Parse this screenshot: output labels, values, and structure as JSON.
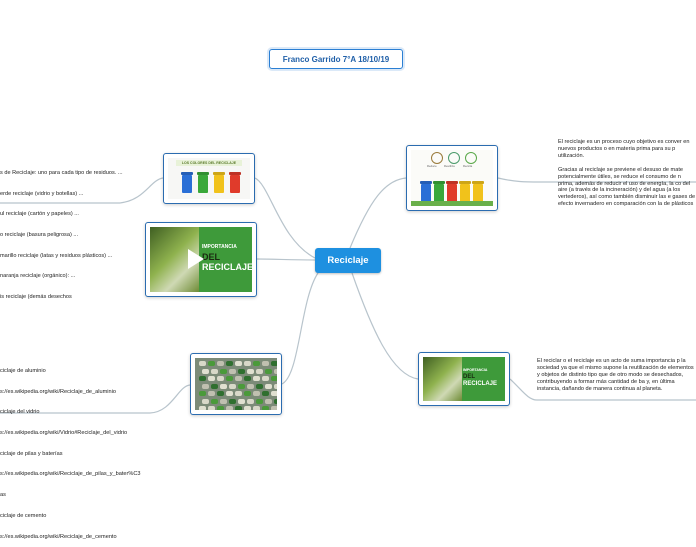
{
  "title_node": {
    "text": "Franco Garrido 7°A 18/10/19"
  },
  "central": {
    "text": "Reciclaje"
  },
  "colors": {
    "accent": "#1e90e0",
    "border": "#2b6cb0",
    "link": "#b8c4cc",
    "bins": [
      "#2a6fd6",
      "#3aa83a",
      "#f1c21b",
      "#e03b2b",
      "#8a8a8a"
    ]
  },
  "nodes": {
    "colores_image": {
      "banner": "LOS COLORES DEL RECICLAJE"
    },
    "importancia_image": {
      "line1": "IMPORTANCIA",
      "line2": "DEL",
      "line3": "RECICLAJE"
    },
    "importancia_image_small": {
      "line1": "IMPORTANCIA",
      "line2": "DEL",
      "line3": "RECICLAJE"
    },
    "bins_icons": {
      "labels": [
        "Reduce",
        "Reutiliza",
        "Recicla"
      ]
    }
  },
  "left_top_text": [
    "s de Reciclaje: uno para cada tipo de residuos. ...",
    "erde reciclaje (vidrio y botellas) ...",
    "ul reciclaje (cartón y papeles) ...",
    "o reciclaje (basura peligrosa) ...",
    "marillo reciclaje (latas y residuos plásticos) ...",
    "naranja reciclaje (orgánico): ...",
    "is reciclaje (demás desechos"
  ],
  "left_bottom_text": [
    "ciclaje de aluminio",
    "s://es.wikipedia.org/wiki/Reciclaje_de_aluminio",
    "ciclaje del vidrio",
    "s://es.wikipedia.org/wiki/Vidrio#Reciclaje_del_vidrio",
    "ciclaje de pilas y baterías",
    "s://es.wikipedia.org/wiki/Reciclaje_de_pilas_y_bater%C3",
    "as",
    "ciclaje de cemento",
    "s://es.wikipedia.org/wiki/Reciclaje_de_cemento"
  ],
  "right_top_text": {
    "para1": "El reciclaje es un proceso cuyo objetivo es conver en nuevos productos o en materia prima para su p utilización.",
    "para2": "Gracias al reciclaje se previene el desuso de mate potencialmente útiles, se reduce el consumo de n prima, además de reducir el uso de energía, la co del aire (a través de la incineración) y del agua (a los vertederos), así como también disminuir las e gases de efecto invernadero en comparación con la de plásticos"
  },
  "right_bottom_text": {
    "para": "El reciclar o el reciclaje es un acto de suma importancia p la sociedad ya que el mismo supone la reutilización de elementos y objetos de distinto tipo que de otro modo se desechados, contribuyendo a formar más cantidad de ba y, en última instancia, dañando de manera continua al planeta."
  }
}
